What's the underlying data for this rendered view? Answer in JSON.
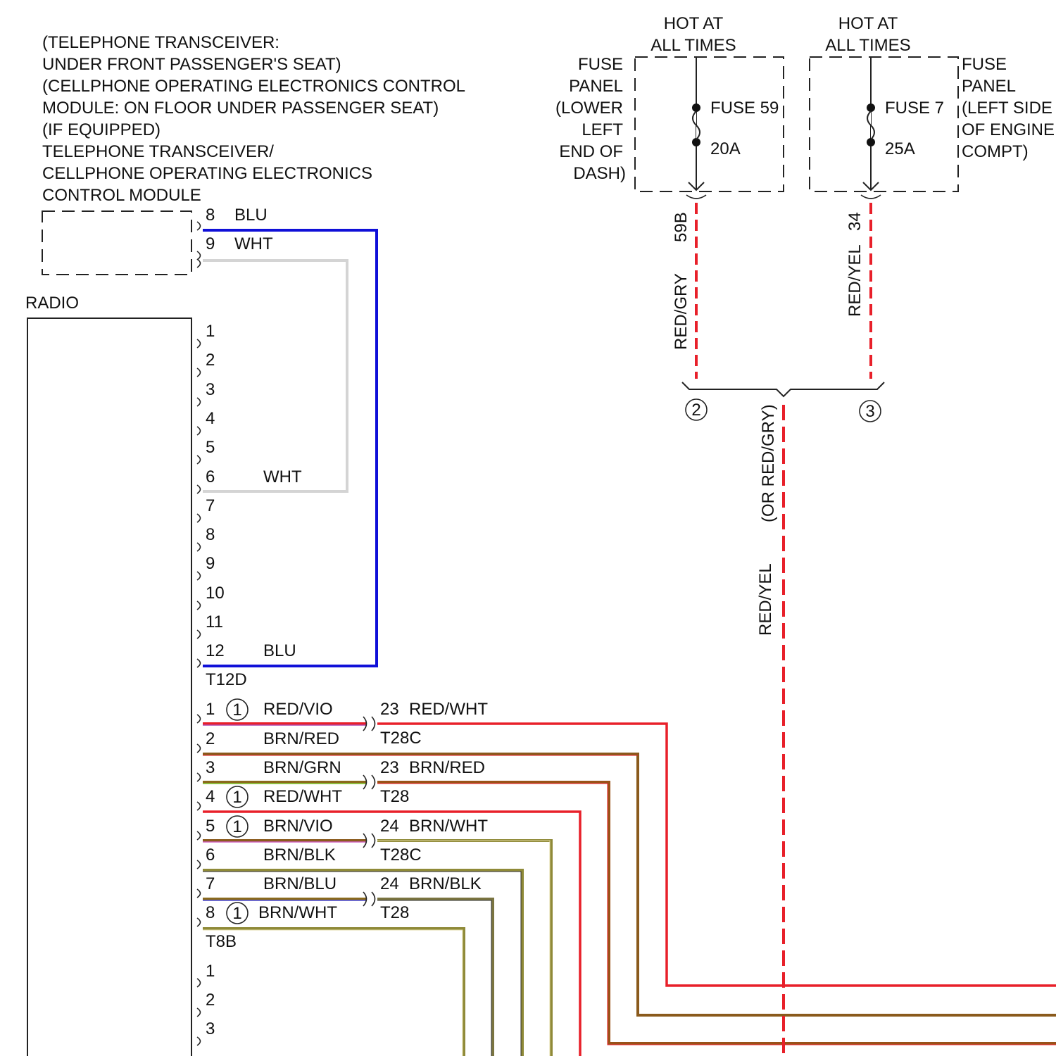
{
  "transceiver": {
    "lines": [
      "(TELEPHONE TRANSCEIVER:",
      "UNDER FRONT PASSENGER'S SEAT)",
      "(CELLPHONE OPERATING ELECTRONICS CONTROL",
      "MODULE: ON FLOOR UNDER PASSENGER SEAT)",
      "(IF EQUIPPED)",
      "TELEPHONE TRANSCEIVER/",
      "CELLPHONE OPERATING ELECTRONICS",
      "CONTROL MODULE"
    ],
    "pins": [
      {
        "num": "8",
        "color": "BLU"
      },
      {
        "num": "9",
        "color": "WHT"
      }
    ]
  },
  "radio": {
    "label": "RADIO",
    "t12d": {
      "name": "T12D",
      "pins": [
        "1",
        "2",
        "3",
        "4",
        "5",
        "6",
        "7",
        "8",
        "9",
        "10",
        "11",
        "12"
      ],
      "pin6_color": "WHT",
      "pin12_color": "BLU"
    },
    "t8b": {
      "name": "T8B",
      "pins": [
        {
          "num": "1",
          "note": "1",
          "color": "RED/VIO"
        },
        {
          "num": "2",
          "note": "",
          "color": "BRN/RED"
        },
        {
          "num": "3",
          "note": "",
          "color": "BRN/GRN"
        },
        {
          "num": "4",
          "note": "1",
          "color": "RED/WHT"
        },
        {
          "num": "5",
          "note": "1",
          "color": "BRN/VIO"
        },
        {
          "num": "6",
          "note": "",
          "color": "BRN/BLK"
        },
        {
          "num": "7",
          "note": "",
          "color": "BRN/BLU"
        },
        {
          "num": "8",
          "note": "1",
          "color": "BRN/WHT"
        }
      ]
    },
    "lower": {
      "pins": [
        "1",
        "2",
        "3"
      ]
    }
  },
  "connectors": [
    {
      "pin": "23",
      "color": "RED/WHT",
      "name": "T28C"
    },
    {
      "pin": "23",
      "color": "BRN/RED",
      "name": "T28"
    },
    {
      "pin": "24",
      "color": "BRN/WHT",
      "name": "T28C"
    },
    {
      "pin": "24",
      "color": "BRN/BLK",
      "name": "T28"
    }
  ],
  "fuse_left": {
    "hot": [
      "HOT AT",
      "ALL TIMES"
    ],
    "panel": [
      "FUSE",
      "PANEL",
      "(LOWER",
      "LEFT",
      "END OF",
      "DASH)"
    ],
    "fuse": "FUSE 59",
    "rating": "20A",
    "pin": "59B",
    "wire": "RED/GRY",
    "note": "2"
  },
  "fuse_right": {
    "hot": [
      "HOT AT",
      "ALL TIMES"
    ],
    "panel": [
      "FUSE",
      "PANEL",
      "(LEFT SIDE",
      "OF ENGINE",
      "COMPT)"
    ],
    "fuse": "FUSE 7",
    "rating": "25A",
    "pin": "34",
    "wire": "RED/YEL",
    "note": "3"
  },
  "feed": {
    "alt": "(OR RED/GRY)",
    "main": "RED/YEL"
  },
  "colors": {
    "wire_blu": "#1010d8",
    "wire_wht": "#d8d8d8",
    "wire_red": "#e8202a",
    "wire_brn": "#8a5a1c",
    "wire_olive": "#8f8a38",
    "wire_vio": "#b04cb0",
    "wire_grn": "#7cc22a",
    "wire_blue_stripe": "#4a4ad8"
  }
}
